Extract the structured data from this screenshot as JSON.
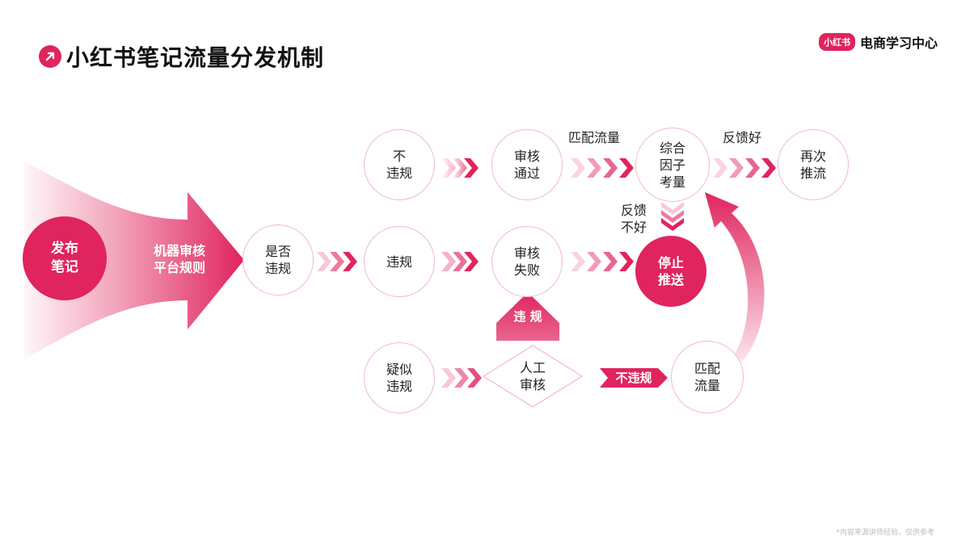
{
  "header": {
    "title": "小红书笔记流量分发机制",
    "title_icon": "arrow-up-right-icon",
    "brand_badge": "小红书",
    "brand_text": "电商学习中心"
  },
  "footnote": "*内容来源讲师经验，仅供参考",
  "colors": {
    "accent": "#e0245e",
    "node_border": "#f0b9ca"
  },
  "diagram": {
    "start_node": "发布\n笔记",
    "big_arrow_label": "机器审核\n平台规则",
    "nodes": {
      "is_violation": "是否\n违规",
      "not_violation": "不\n违规",
      "violation": "违规",
      "suspected": "疑似\n违规",
      "review_pass": "审核\n通过",
      "review_fail": "审核\n失败",
      "manual_review": "人工\n审核",
      "factors": "综合\n因子\n考量",
      "push_again": "再次\n推流",
      "stop_push": "停止\n推送",
      "match_traffic": "匹配\n流量"
    },
    "edge_labels": {
      "match_traffic_top": "匹配流量",
      "good_feedback": "反馈好",
      "bad_feedback": "反馈\n不好",
      "violation_up": "违 规",
      "not_violation_tag": "不违规"
    }
  }
}
